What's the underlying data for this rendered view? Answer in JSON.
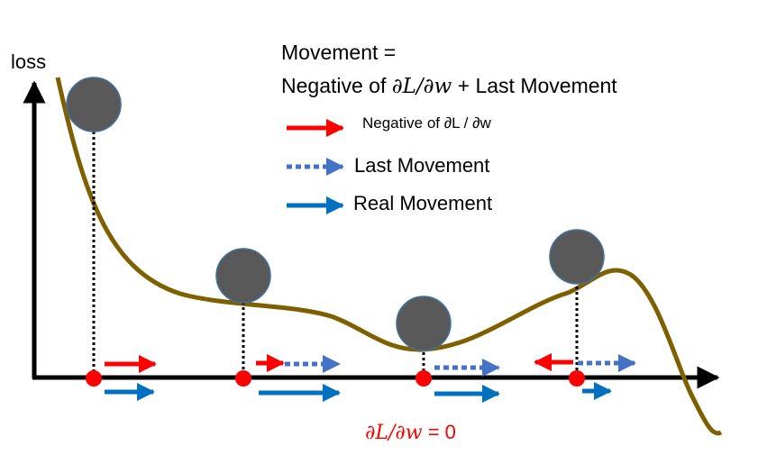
{
  "axis": {
    "y_label": "loss"
  },
  "formula": {
    "line1": "Movement =",
    "line2_prefix": "Negative of ",
    "line2_math": "∂L/∂w",
    "line2_suffix": " + Last Movement"
  },
  "legend": {
    "negative_gradient": "Negative of ∂L / ∂w",
    "last_movement": "Last Movement",
    "real_movement": "Real Movement"
  },
  "zero_gradient": {
    "math": "∂L/∂w",
    "suffix": " = 0"
  },
  "colors": {
    "curve": "#7f6000",
    "ball": "#595959",
    "ball_outline": "#41719c",
    "point": "#ff0000",
    "negative_gradient_arrow": "#ff0000",
    "last_movement_arrow": "#4472c4",
    "real_movement_arrow": "#0070c0",
    "zero_gradient_text": "#ff0000"
  }
}
